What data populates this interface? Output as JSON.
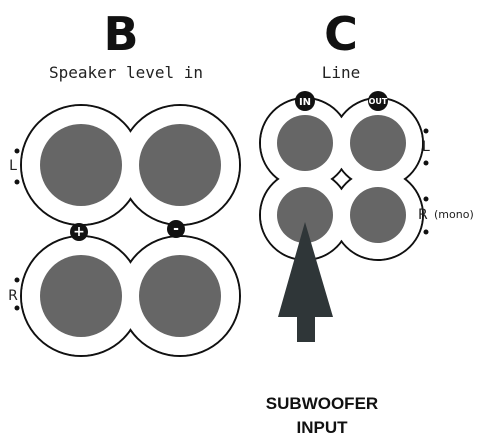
{
  "section_b": {
    "letter": "B",
    "caption": "Speaker level in",
    "label_l": "L",
    "label_r": "R",
    "plus_symbol": "+",
    "minus_symbol": "-"
  },
  "section_c": {
    "letter": "C",
    "caption": "Line",
    "in_badge": "IN",
    "out_badge": "OUT",
    "label_l": "L",
    "label_r": "R",
    "label_mono": "(mono)"
  },
  "footer": {
    "line1": "SUBWOOFER",
    "line2": "INPUT"
  },
  "colors": {
    "terminal_fill": "#666666",
    "outline": "#111111",
    "arrow": "#2f3638"
  }
}
